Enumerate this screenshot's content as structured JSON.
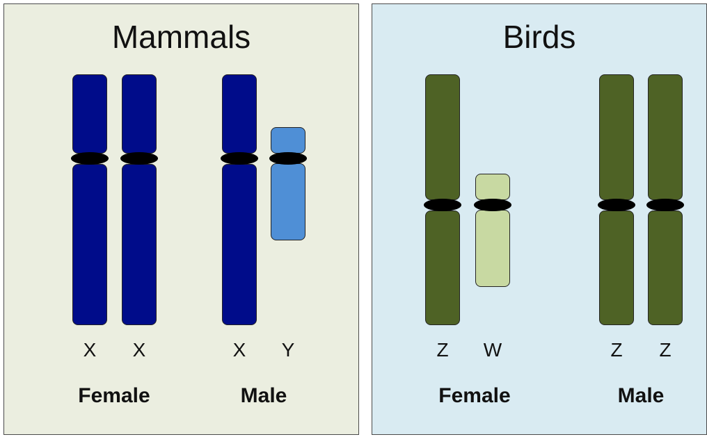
{
  "panels": {
    "mammals": {
      "title": "Mammals",
      "letters": [
        "X",
        "X",
        "X",
        "Y"
      ],
      "female_label": "Female",
      "male_label": "Male"
    },
    "birds": {
      "title": "Birds",
      "letters": [
        "Z",
        "W",
        "Z",
        "Z"
      ],
      "female_label": "Female",
      "male_label": "Male"
    }
  },
  "colors": {
    "mammals_background": "#ebeee0",
    "birds_background": "#d9ebf2",
    "x_chromosome": "#000c8a",
    "y_chromosome": "#4f8fd6",
    "z_chromosome": "#4e6225",
    "w_chromosome": "#c8d9a2",
    "centromere": "#000000"
  }
}
